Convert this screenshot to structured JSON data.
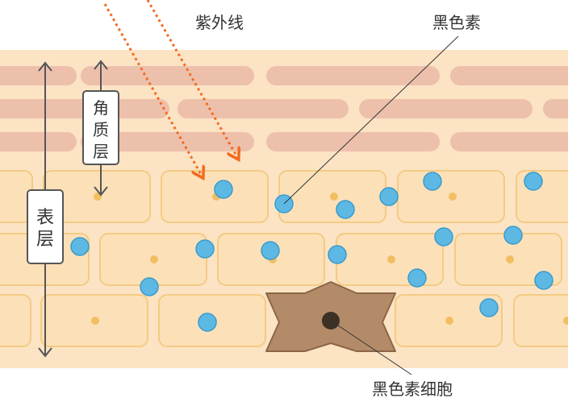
{
  "labels": {
    "uv": "紫外线",
    "melanin": "黑色素",
    "stratum_corneum_line1": "角",
    "stratum_corneum_line2": "质",
    "stratum_corneum_line3": "层",
    "epidermis_line1": "表",
    "epidermis_line2": "层",
    "melanocyte": "黑色素细胞"
  },
  "colors": {
    "skin_bg": "#FBE3C4",
    "corneum_stripe": "#EDC0AC",
    "cell_fill": "#FCE0B8",
    "cell_border": "#F3CB82",
    "nucleus": "#F2BE62",
    "melanin_dot": "#5DB9E4",
    "melanin_dot_border": "#3A9ACB",
    "melanocyte_fill": "#B48B69",
    "melanocyte_border": "#8C6646",
    "melanocyte_nucleus": "#3D3024",
    "uv_arrow": "#F26B21",
    "bracket": "#555555"
  }
}
